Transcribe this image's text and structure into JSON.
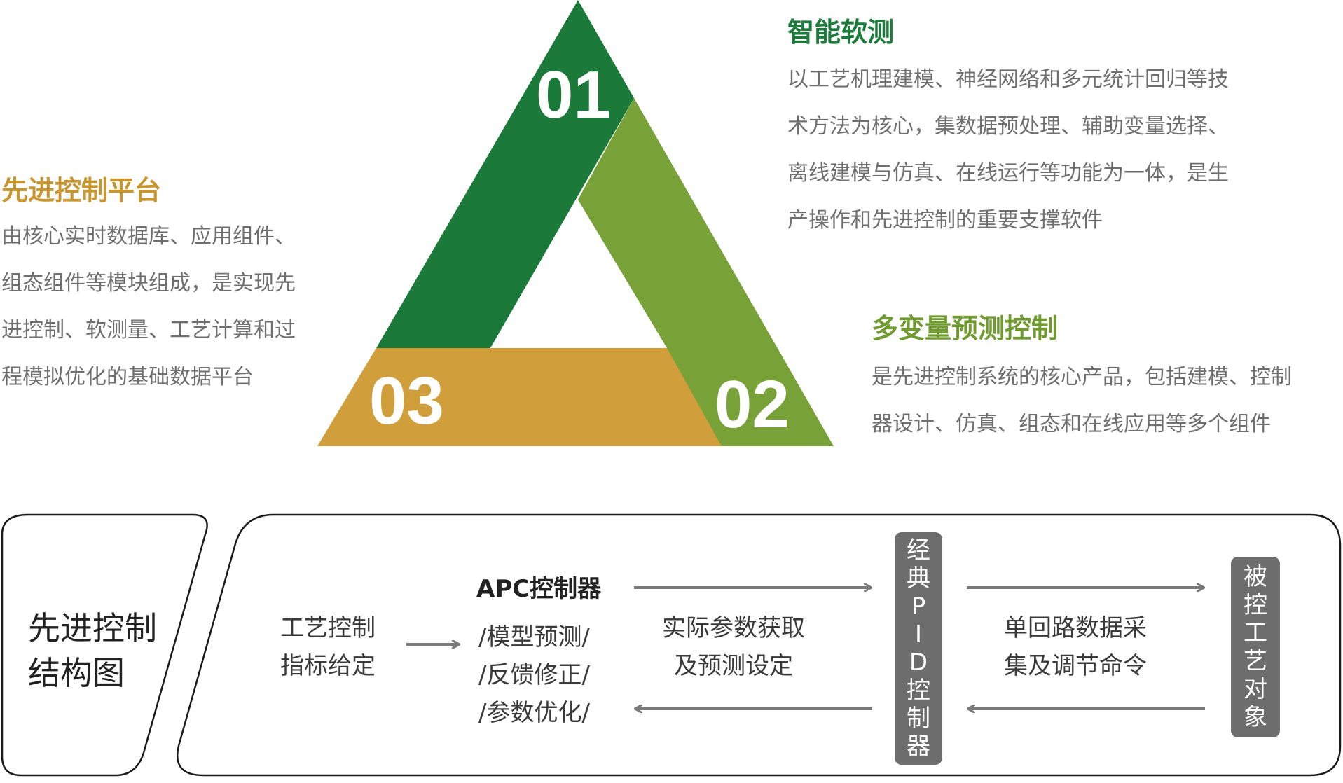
{
  "triangle": {
    "numbers": [
      "01",
      "02",
      "03"
    ],
    "colors": {
      "dark_green": "#1b7a3a",
      "light_green": "#78a238",
      "gold": "#d09f3b"
    }
  },
  "sections": {
    "soft_sensing": {
      "title": "智能软测",
      "lines": [
        "以工艺机理建模、神经网络和多元统计回归等技",
        "术方法为核心，集数据预处理、辅助变量选择、",
        "离线建模与仿真、在线运行等功能为一体，是生",
        "产操作和先进控制的重要支撑软件"
      ]
    },
    "apc_platform": {
      "title": "先进控制平台",
      "lines": [
        "由核心实时数据库、应用组件、",
        "组态组件等模块组成，是实现先",
        "进控制、软测量、工艺计算和过",
        "程模拟优化的基础数据平台"
      ]
    },
    "mpc": {
      "title": "多变量预测控制",
      "lines": [
        "是先进控制系统的核心产品，包括建模、控制",
        "器设计、仿真、组态和在线应用等多个组件"
      ]
    }
  },
  "structure": {
    "label_lines": [
      "先进控制",
      "结构图"
    ],
    "process_target_lines": [
      "工艺控制",
      "指标给定"
    ],
    "apc_title": "APC控制器",
    "apc_lines": [
      "/模型预测/",
      "/反馈修正/",
      "/参数优化/"
    ],
    "actual_params_lines": [
      "实际参数获取",
      "及预测设定"
    ],
    "pid_chars": [
      "经",
      "典",
      "P",
      "I",
      "D",
      "控",
      "制",
      "器"
    ],
    "single_loop_lines": [
      "单回路数据采",
      "集及调节命令"
    ],
    "plant_chars": [
      "被",
      "控",
      "工",
      "艺",
      "对",
      "象"
    ]
  }
}
